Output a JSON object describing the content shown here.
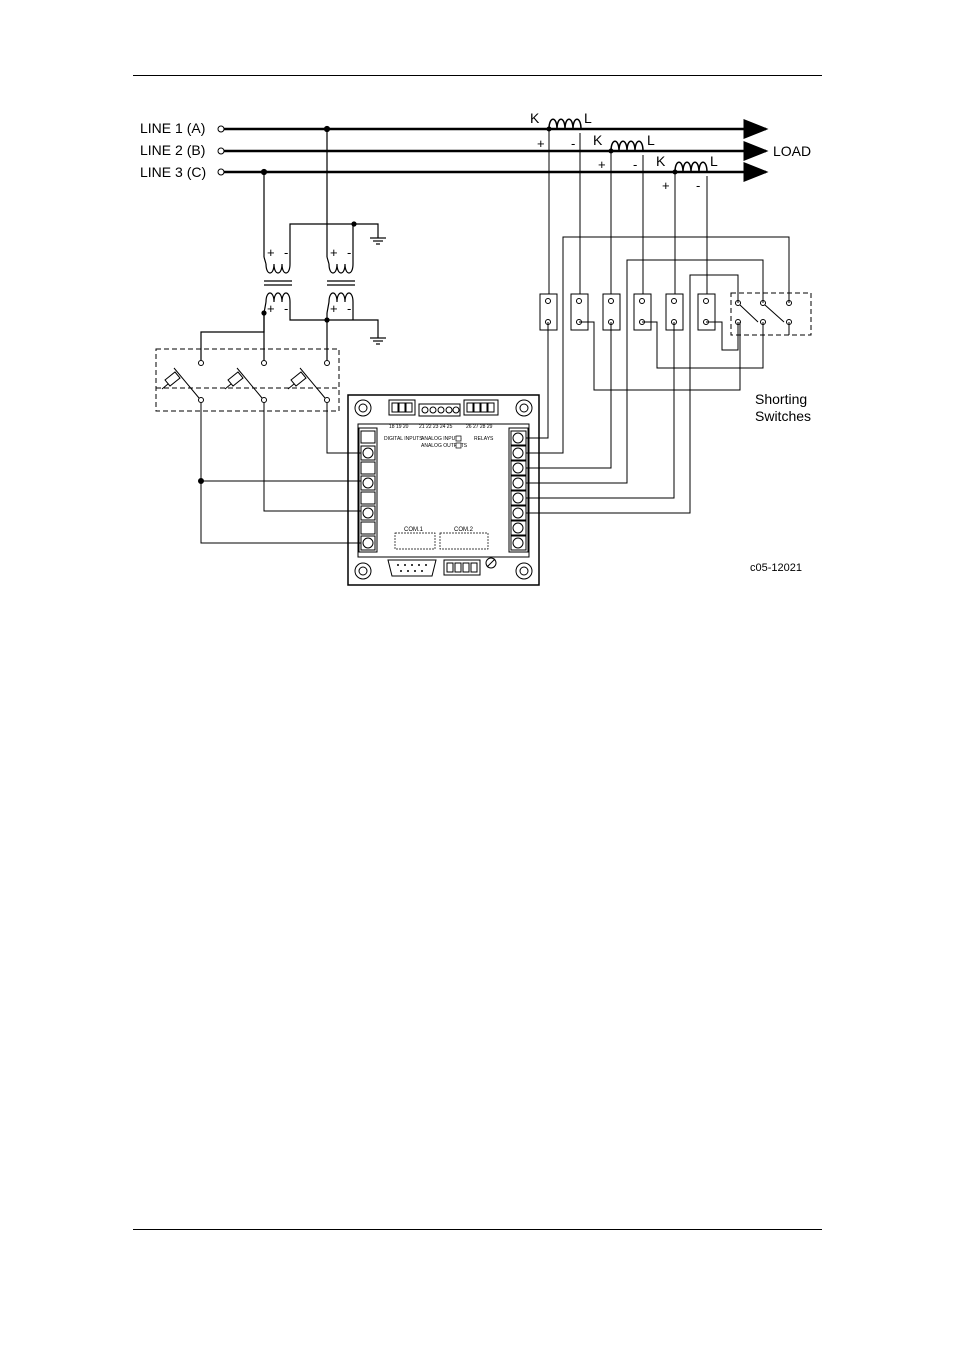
{
  "lines": [
    {
      "label": "LINE 1  (A)"
    },
    {
      "label": "LINE 2  (B)"
    },
    {
      "label": "LINE 3  (C)"
    }
  ],
  "load_label": "LOAD",
  "ct_labels": {
    "k": "K",
    "l": "L",
    "plus": "+",
    "minus": "-"
  },
  "pt_labels": {
    "plus": "+",
    "minus": "-"
  },
  "shorting_label": [
    "Shorting",
    "Switches"
  ],
  "figure_id": "c05-12021",
  "device": {
    "top_numbers_left": "18 19 20",
    "top_numbers_mid": "21 22 23 24 25",
    "top_numbers_right": "26 27 28 29",
    "digital_inputs": "DIGITAL INPUTS",
    "analog_inputs": "ANALOG INPUTS",
    "analog_outputs": "ANALOG OUTPUTS",
    "relays": "RELAYS",
    "com1": "COM.1",
    "com2": "COM.2"
  }
}
